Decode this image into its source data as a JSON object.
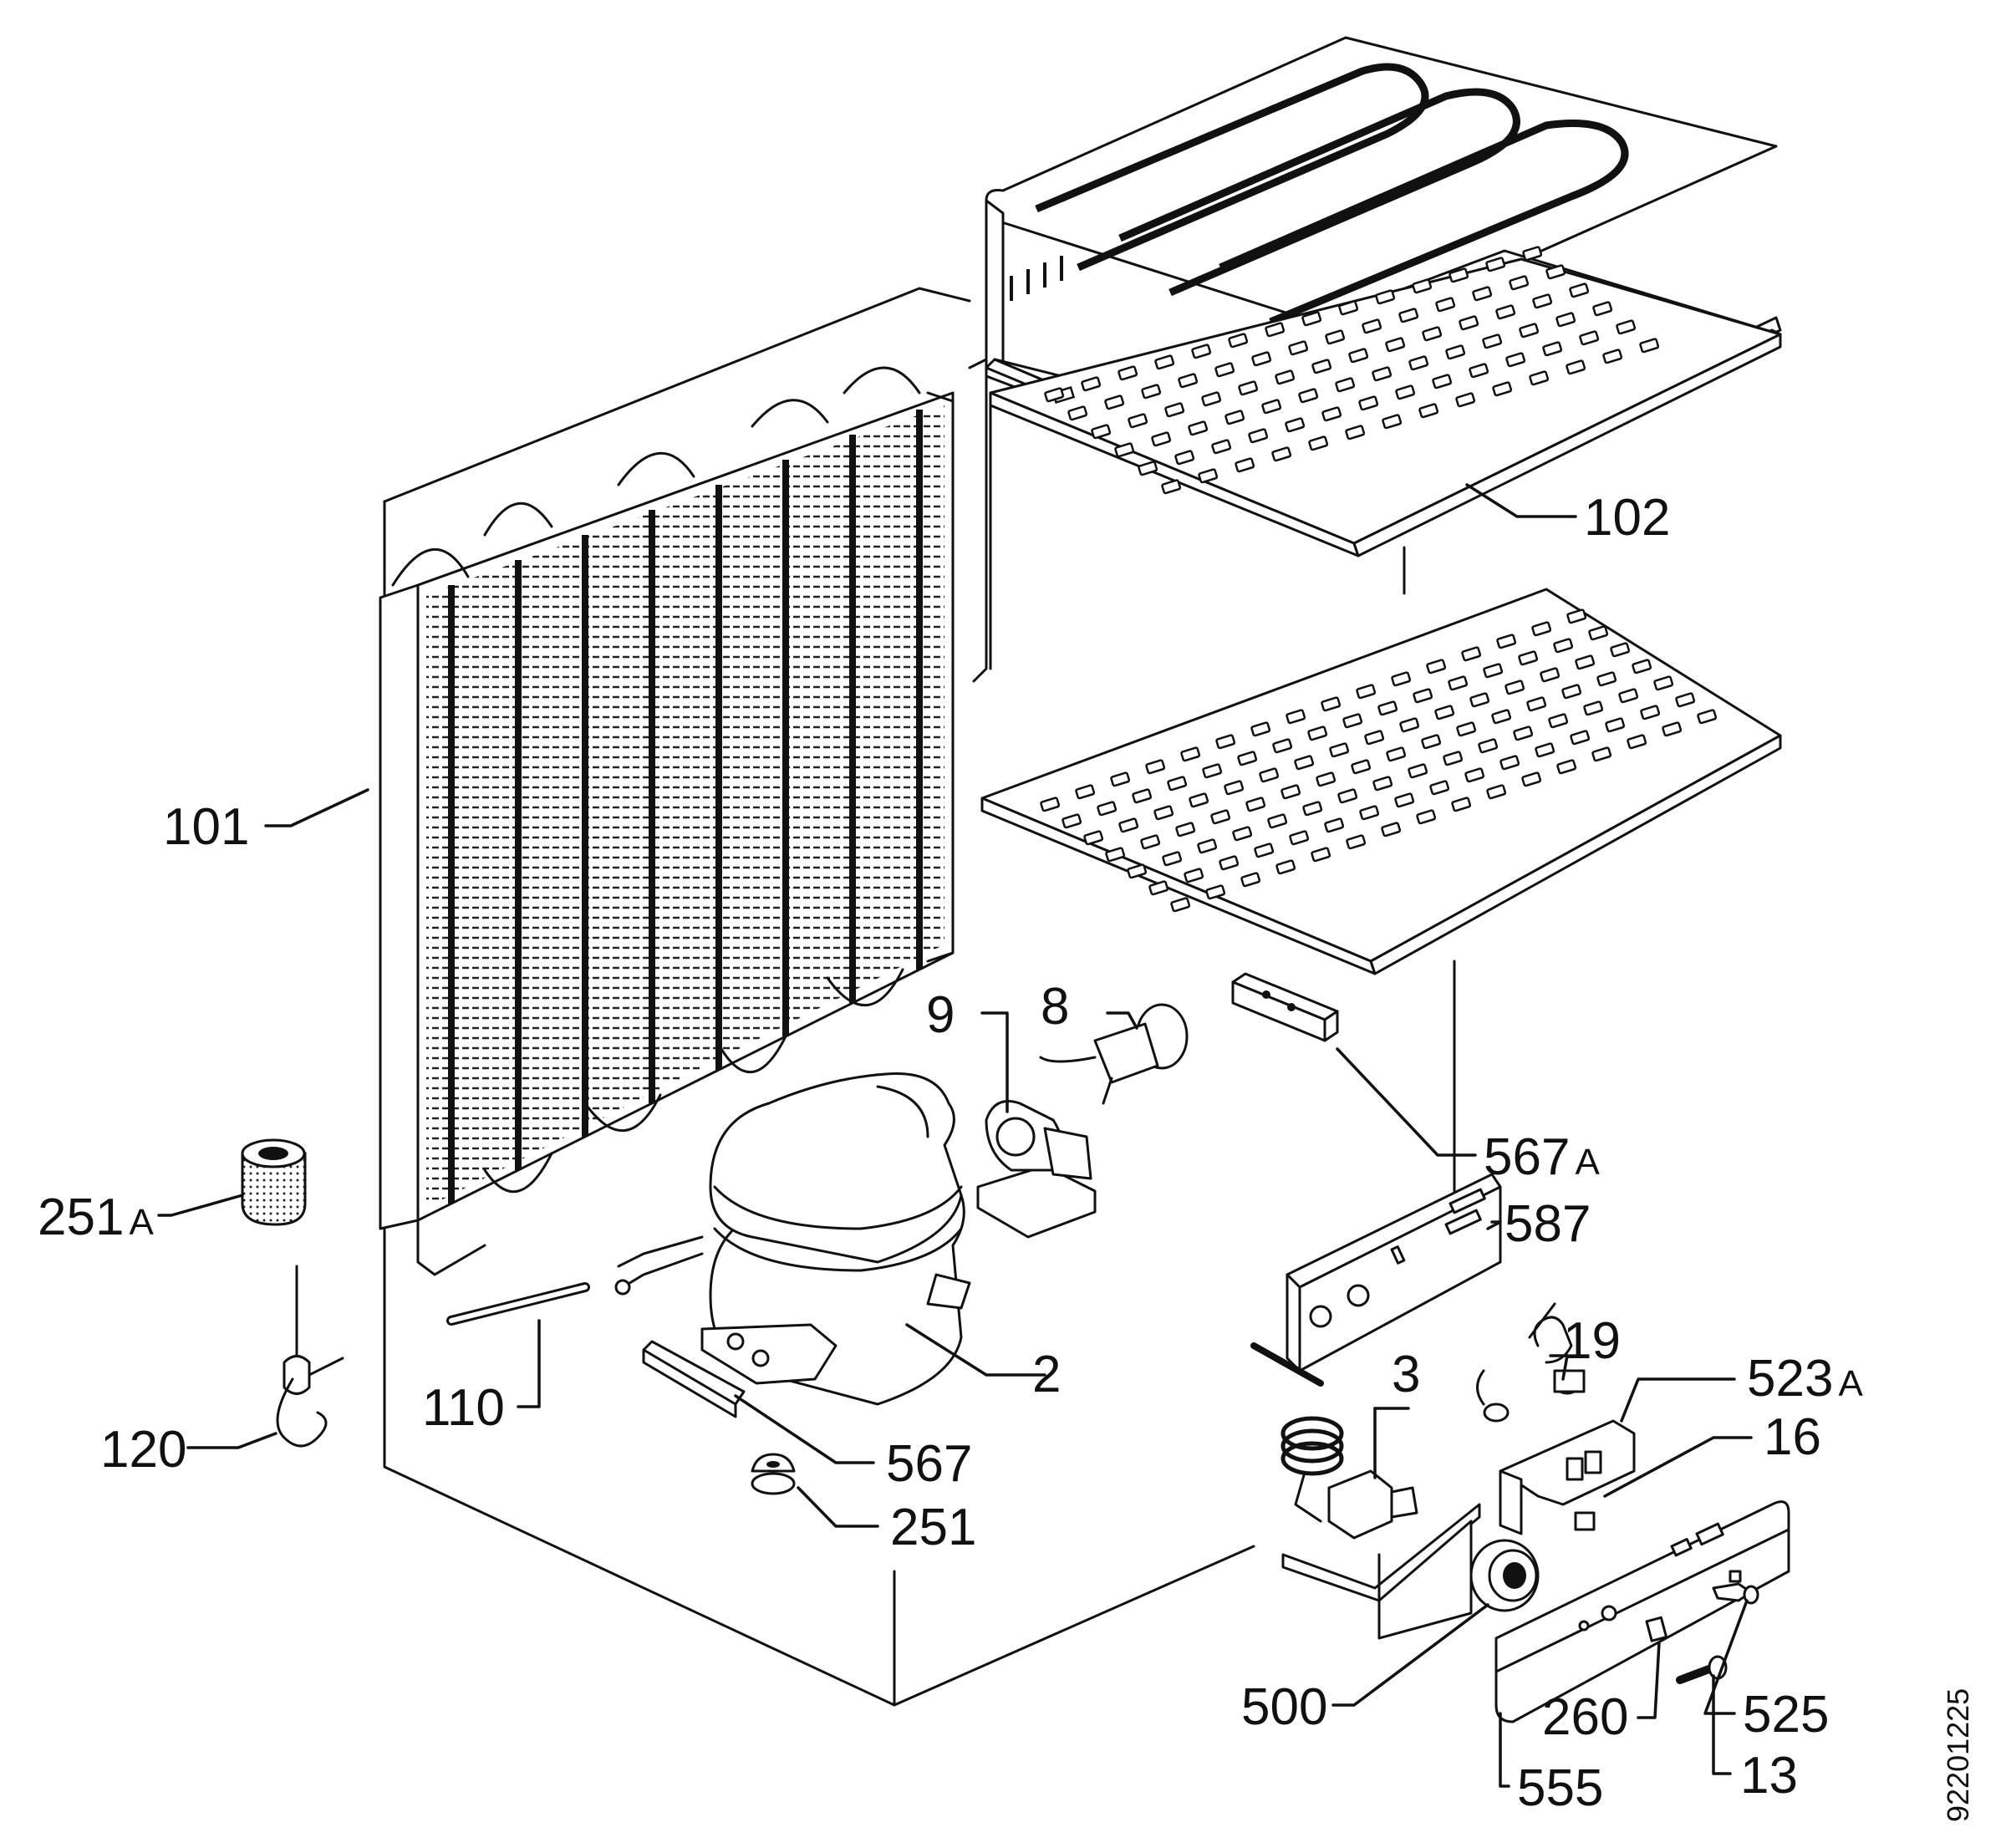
{
  "diagram": {
    "document_id": "92201225",
    "labels": {
      "p101": "101",
      "p102": "102",
      "p9": "9",
      "p8": "8",
      "p567A": "567",
      "p567A_suffix": "A",
      "p251A": "251",
      "p251A_suffix": "A",
      "p587": "587",
      "p19": "19",
      "p3": "3",
      "p523A": "523",
      "p523A_suffix": "A",
      "p16": "16",
      "p2": "2",
      "p110": "110",
      "p120": "120",
      "p567": "567",
      "p251": "251",
      "p500": "500",
      "p260": "260",
      "p525": "525",
      "p555": "555",
      "p13": "13"
    }
  }
}
